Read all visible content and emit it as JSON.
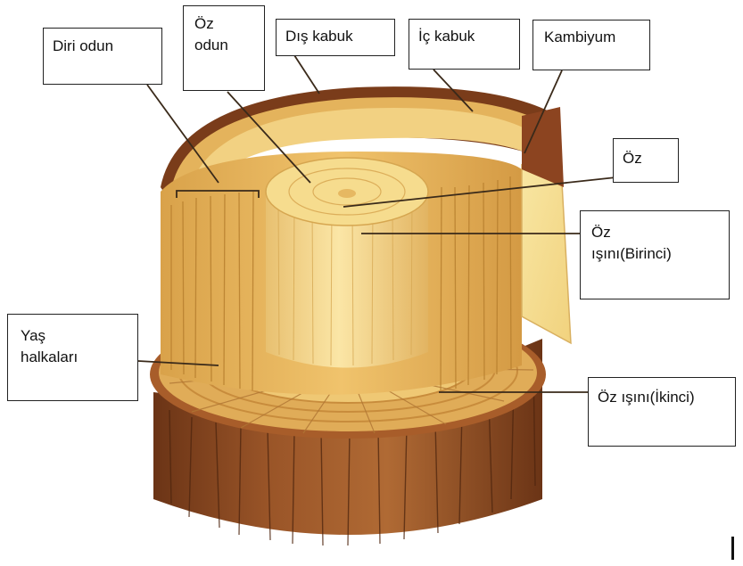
{
  "labels": {
    "diri_odun": "Diri odun",
    "oz_odun_line1": "Öz",
    "oz_odun_line2": "odun",
    "dis_kabuk": "Dış kabuk",
    "ic_kabuk": "İç kabuk",
    "kambiyum": "Kambiyum",
    "oz": "Öz",
    "oz_isini_birinci_line1": "Öz",
    "oz_isini_birinci_line2": "ışını(Birinci)",
    "yas_halkalari_line1": "Yaş",
    "yas_halkalari_line2": "halkaları",
    "oz_isini_ikinci": "Öz ışını(İkinci)"
  },
  "colors": {
    "wood_light": "#f6dc8a",
    "wood_mid": "#e8b85a",
    "wood_dark": "#c98a3a",
    "bark": "#8a4a22",
    "bark_dark": "#5e2e12",
    "leader_line": "#3a2a1a"
  }
}
